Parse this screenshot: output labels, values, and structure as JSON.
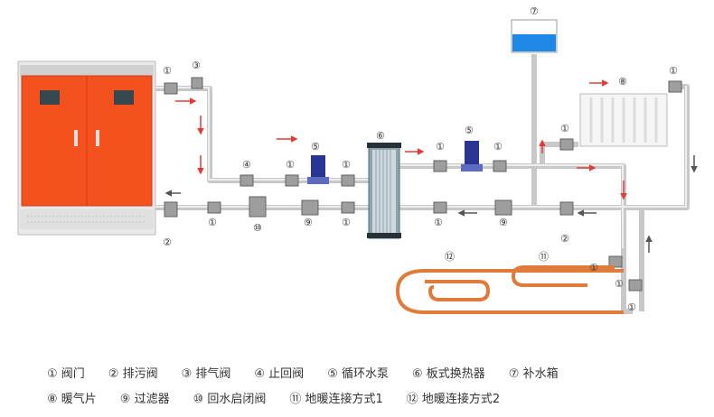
{
  "markers": {
    "m1": "①",
    "m2": "②",
    "m3": "③",
    "m4": "④",
    "m5": "⑤",
    "m6": "⑥",
    "m7": "⑦",
    "m8": "⑧",
    "m9": "⑨",
    "m10": "⑩",
    "m11": "⑪",
    "m12": "⑫"
  },
  "legend": [
    [
      "① 阀门",
      "② 排污阀",
      "③ 排气阀",
      "④ 止回阀",
      "⑤ 循环水泵",
      "⑥ 板式换热器",
      "⑦ 补水箱"
    ],
    [
      "⑧ 暖气片",
      "⑨ 过滤器",
      "⑩ 回水启闭阀",
      "⑪ 地暖连接方式1",
      "⑫ 地暖连接方式2"
    ]
  ],
  "colors": {
    "boiler": "#f4511e",
    "pipe": "#c8c8c8",
    "arrow": "#e53935",
    "pump": "#283593",
    "water": "#1e88e5",
    "floor_loop": "#e07b39"
  }
}
